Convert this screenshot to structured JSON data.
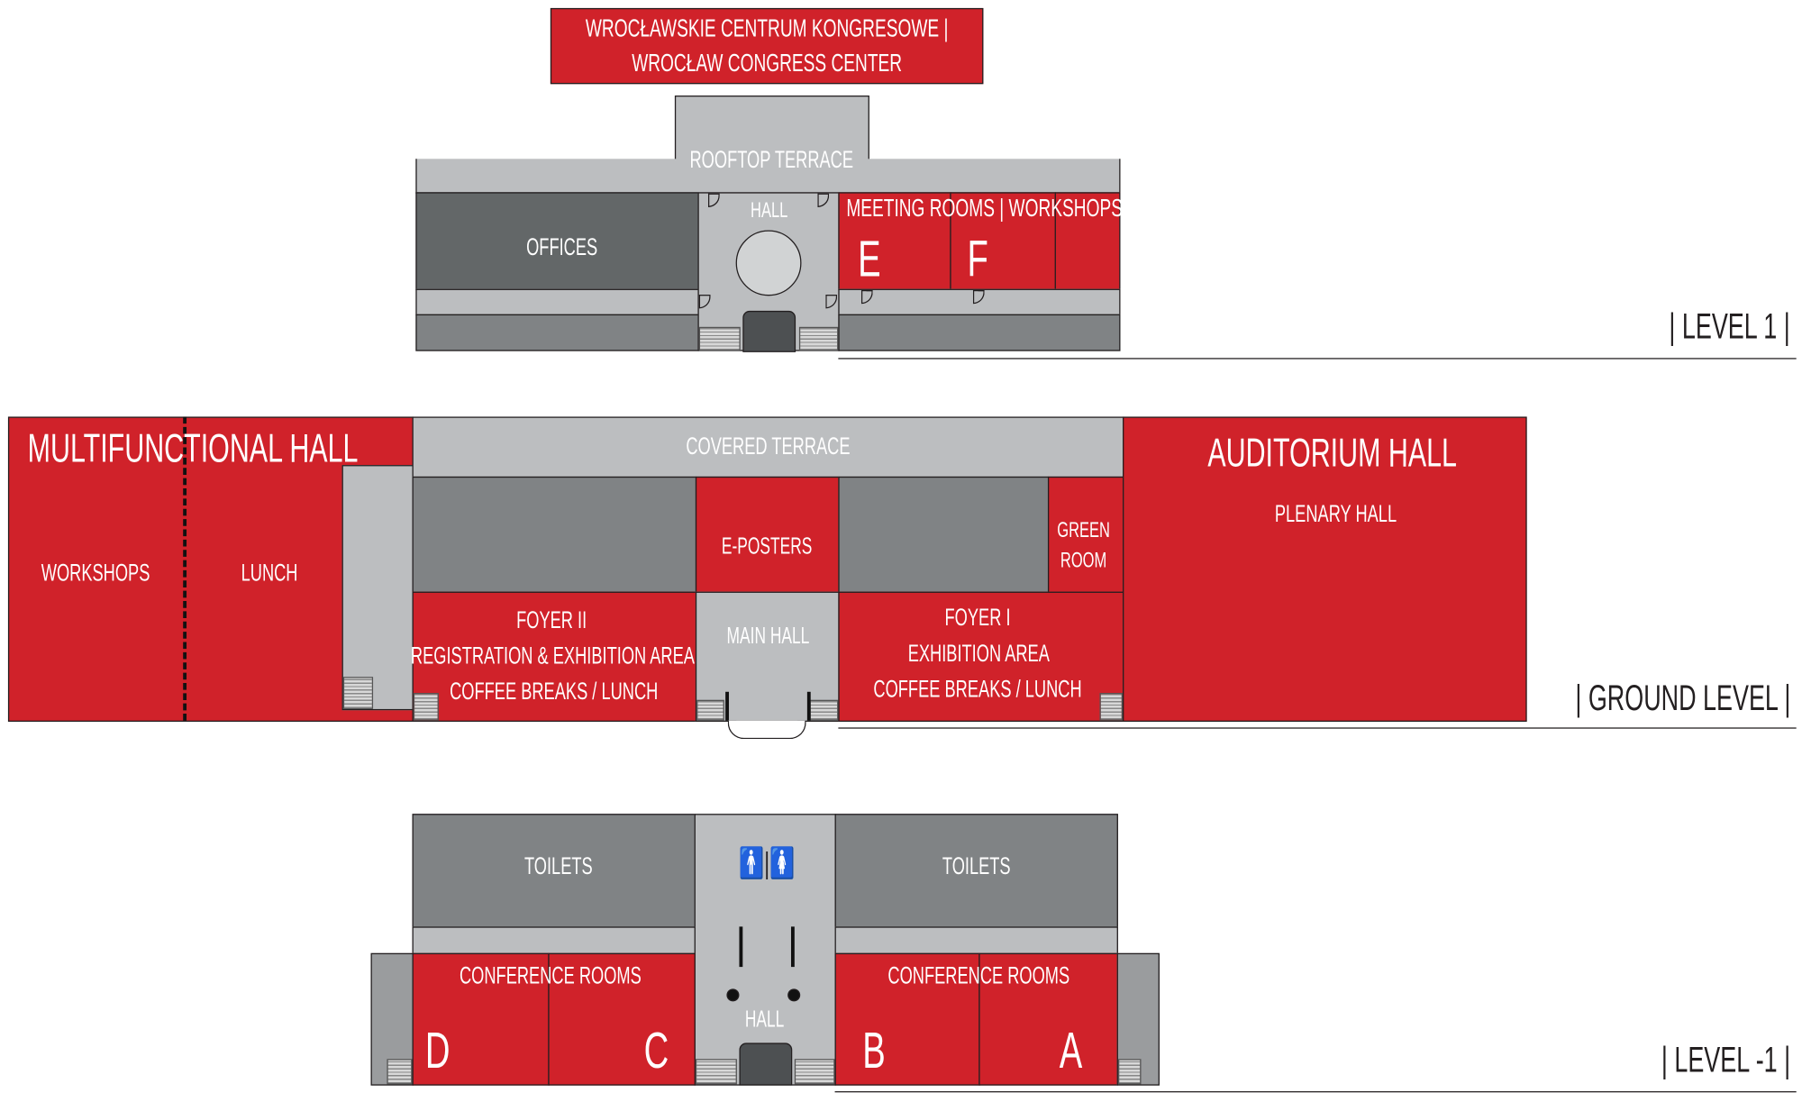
{
  "banner": {
    "line1": "WROCŁAWSKIE CENTRUM KONGRESOWE |",
    "line2": "WROCŁAW CONGRESS CENTER"
  },
  "level1": {
    "label": "| LEVEL 1 |",
    "rooftop_terrace": "ROOFTOP TERRACE",
    "offices": "OFFICES",
    "hall": "HALL",
    "meeting_rooms": "MEETING ROOMS | WORKSHOPS",
    "room_e": "E",
    "room_f": "F"
  },
  "ground": {
    "label": "| GROUND LEVEL |",
    "multifunctional_hall": "MULTIFUNCTIONAL HALL",
    "workshops": "WORKSHOPS",
    "lunch": "LUNCH",
    "covered_terrace": "COVERED TERRACE",
    "e_posters": "E-POSTERS",
    "green_room_1": "GREEN",
    "green_room_2": "ROOM",
    "foyer2": {
      "title": "FOYER II",
      "line2": "REGISTRATION & EXHIBITION AREA",
      "line3": "COFFEE BREAKS / LUNCH"
    },
    "main_hall": "MAIN HALL",
    "foyer1": {
      "title": "FOYER I",
      "line2": "EXHIBITION AREA",
      "line3": "COFFEE BREAKS / LUNCH"
    },
    "auditorium": "AUDITORIUM HALL",
    "plenary": "PLENARY HALL"
  },
  "level_minus1": {
    "label": "| LEVEL -1 |",
    "toilets_left": "TOILETS",
    "toilets_right": "TOILETS",
    "conference_left": "CONFERENCE ROOMS",
    "conference_right": "CONFERENCE ROOMS",
    "hall": "HALL",
    "room_d": "D",
    "room_c": "C",
    "room_b": "B",
    "room_a": "A"
  }
}
